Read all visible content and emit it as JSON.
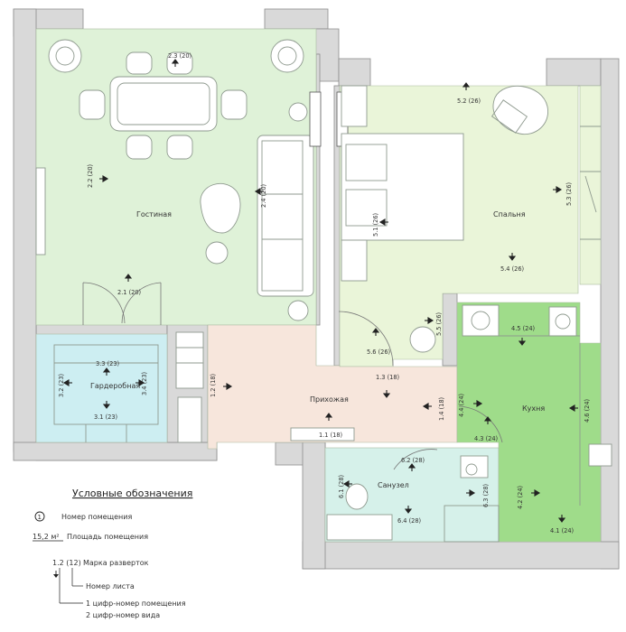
{
  "colors": {
    "living": "#dff2d8",
    "bedroom": "#eaf5d9",
    "hall": "#f7e6dc",
    "wardrobe": "#cdeef2",
    "bath": "#d6f1ea",
    "kitchen": "#9fdc8a",
    "wall": "#d9d9d9"
  },
  "rooms": {
    "living": "Гостиная",
    "bedroom": "Спальня",
    "hall": "Прихожая",
    "wardrobe": "Гардеробная",
    "bath": "Санузел",
    "kitchen": "Кухня"
  },
  "markers": {
    "m_2_3": "2.3 (20)",
    "m_2_2": "2.2 (20)",
    "m_2_4": "2.4 (20)",
    "m_2_1": "2.1 (20)",
    "m_5_2": "5.2 (26)",
    "m_5_3": "5.3 (26)",
    "m_5_1": "5.1 (26)",
    "m_5_4": "5.4 (26)",
    "m_5_5": "5.5 (26)",
    "m_5_6": "5.6 (26)",
    "m_3_3": "3.3 (23)",
    "m_3_2": "3.2 (23)",
    "m_3_4": "3.4 (23)",
    "m_3_1": "3.1 (23)",
    "m_1_2": "1.2 (18)",
    "m_1_3": "1.3 (18)",
    "m_1_4": "1.4 (18)",
    "m_1_1": "1.1 (18)",
    "m_4_5": "4.5 (24)",
    "m_4_4": "4.4 (24)",
    "m_4_3": "4.3 (24)",
    "m_4_6": "4.6 (24)",
    "m_4_2": "4.2 (24)",
    "m_4_1": "4.1 (24)",
    "m_6_2": "6.2 (28)",
    "m_6_1": "6.1 (28)",
    "m_6_3": "6.3 (28)",
    "m_6_4": "6.4 (28)"
  },
  "legend": {
    "title": "Условные обозначения",
    "room_number_symbol": "1",
    "room_number_label": "Номер помещения",
    "area_value": "15,2 м²",
    "area_label": "Площадь помещения",
    "marker_example": "1.2 (12)",
    "marker_label": "Марка разверток",
    "sheet_label": "Номер листа",
    "line1": "1 цифр-номер помещения",
    "line2": "2 цифр-номер вида"
  }
}
